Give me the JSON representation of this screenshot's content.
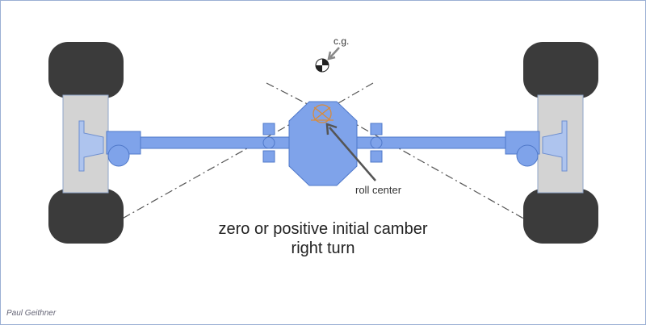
{
  "labels": {
    "cg": "c.g.",
    "roll_center": "roll center",
    "caption_line1": "zero or positive initial camber",
    "caption_line2": "right turn",
    "credit": "Paul Geithner"
  },
  "colors": {
    "tire": "#3b3b3b",
    "axle_blue": "#7fa3ea",
    "axle_stroke": "#4f78c9",
    "hub_gray": "#d3d3d3",
    "roll_center_orange": "#d98b3a",
    "guide_line": "#555555",
    "border": "#9bb0d4"
  }
}
